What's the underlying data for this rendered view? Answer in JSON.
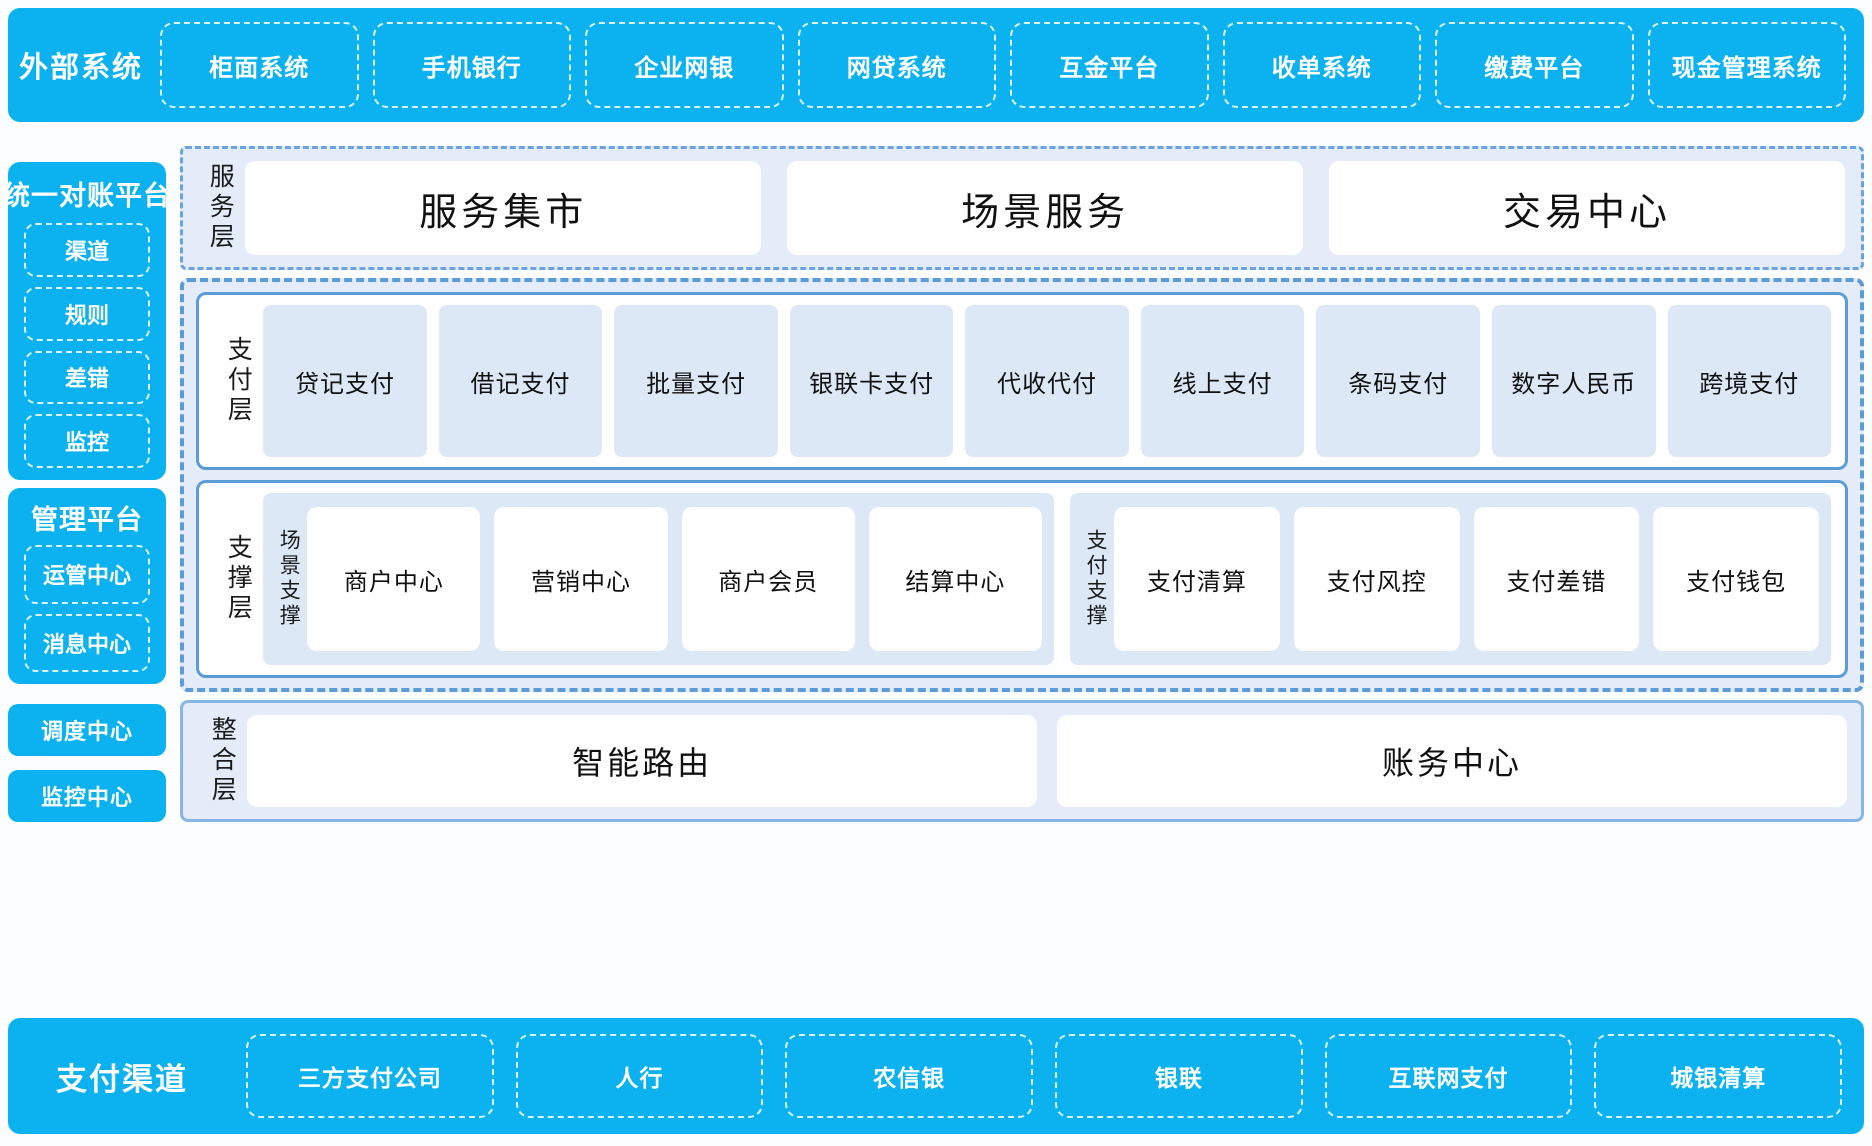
{
  "colors": {
    "cyan": "#0cb2f0",
    "panel_bg": "#e3ecf8",
    "card_lblue": "#dde8f6",
    "border_blue": "#5a9bd8",
    "page_bg": "#fbfdff"
  },
  "top_banner": {
    "title": "外部系统",
    "items": [
      "柜面系统",
      "手机银行",
      "企业网银",
      "网贷系统",
      "互金平台",
      "收单系统",
      "缴费平台",
      "现金管理系统"
    ]
  },
  "sidebar": {
    "reconciliation": {
      "title": "统一对账平台",
      "items": [
        "渠道",
        "规则",
        "差错",
        "监控"
      ]
    },
    "management": {
      "title": "管理平台",
      "items": [
        "运管中心",
        "消息中心"
      ]
    },
    "standalone": [
      "调度中心",
      "监控中心"
    ]
  },
  "service_layer": {
    "label": "服务层",
    "cards": [
      "服务集市",
      "场景服务",
      "交易中心"
    ]
  },
  "payment_layer": {
    "label": "支付层",
    "cards": [
      "贷记支付",
      "借记支付",
      "批量支付",
      "银联卡支付",
      "代收代付",
      "线上支付",
      "条码支付",
      "数字人民币",
      "跨境支付"
    ]
  },
  "support_layer": {
    "label": "支撑层",
    "groups": [
      {
        "label": "场景支撑",
        "cards": [
          "商户中心",
          "营销中心",
          "商户会员",
          "结算中心"
        ]
      },
      {
        "label": "支付支撑",
        "cards": [
          "支付清算",
          "支付风控",
          "支付差错",
          "支付钱包"
        ]
      }
    ]
  },
  "integration_layer": {
    "label": "整合层",
    "cards": [
      "智能路由",
      "账务中心"
    ]
  },
  "bottom_banner": {
    "title": "支付渠道",
    "items": [
      "三方支付公司",
      "人行",
      "农信银",
      "银联",
      "互联网支付",
      "城银清算"
    ]
  }
}
